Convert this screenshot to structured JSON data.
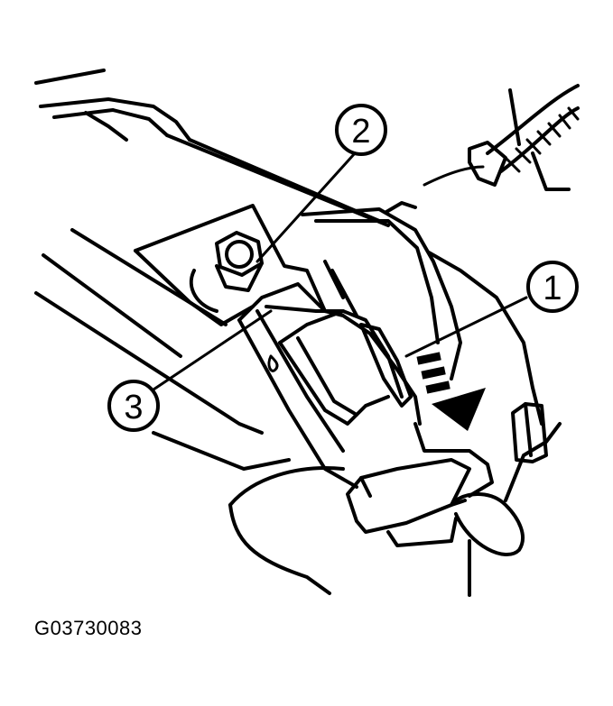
{
  "callouts": [
    {
      "id": "callout-1",
      "number": "1"
    },
    {
      "id": "callout-2",
      "number": "2"
    },
    {
      "id": "callout-3",
      "number": "3"
    }
  ],
  "figure_id": "G03730083",
  "colors": {
    "ink": "#000000",
    "paper": "#ffffff"
  }
}
